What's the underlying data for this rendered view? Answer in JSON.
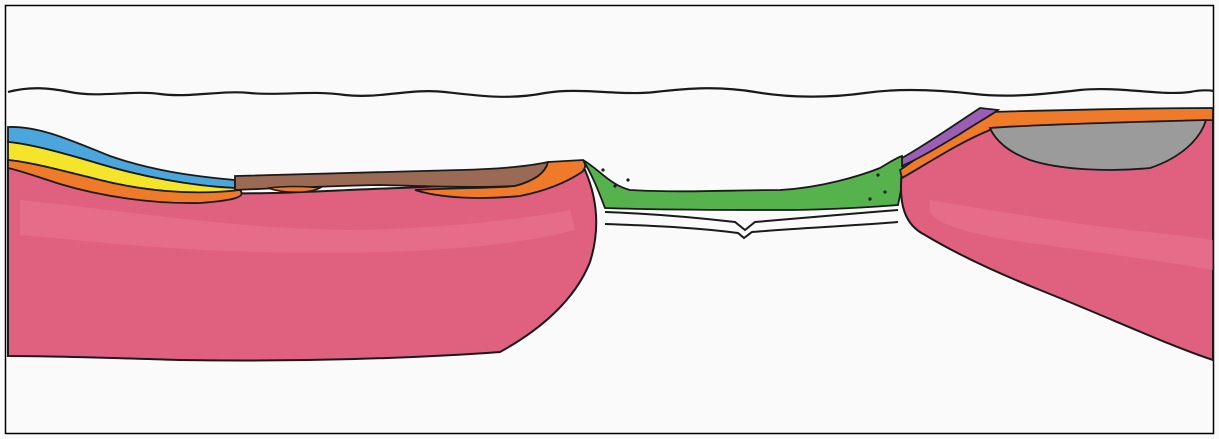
{
  "diagram": {
    "kind": "hand-drawn geological cross-section",
    "colors": {
      "frame": "#000000",
      "paper": "#fbfafb",
      "outline": "#1a1a1a",
      "crust_pink": "#e0607f",
      "crust_pink_light": "#ea7f98",
      "blue_layer": "#4aa6dd",
      "yellow_layer": "#f5e52a",
      "orange_layer": "#ee7a2a",
      "brown_layer": "#9b6a55",
      "green_rift_fill": "#55b24c",
      "purple_layer": "#9a5fb5",
      "grey_basin": "#9b9b9b"
    },
    "layers": [
      {
        "id": "sea-surface",
        "color_key": "outline"
      },
      {
        "id": "left-continental-crust",
        "color_key": "crust_pink"
      },
      {
        "id": "right-continental-crust",
        "color_key": "crust_pink"
      },
      {
        "id": "left-blue-strata",
        "color_key": "blue_layer"
      },
      {
        "id": "left-yellow-strata",
        "color_key": "yellow_layer"
      },
      {
        "id": "left-orange-strata",
        "color_key": "orange_layer"
      },
      {
        "id": "left-brown-strata",
        "color_key": "brown_layer"
      },
      {
        "id": "rift-green-fill",
        "color_key": "green_rift_fill"
      },
      {
        "id": "right-purple-strata",
        "color_key": "purple_layer"
      },
      {
        "id": "right-orange-strata",
        "color_key": "orange_layer"
      },
      {
        "id": "right-grey-basin",
        "color_key": "grey_basin"
      }
    ]
  }
}
